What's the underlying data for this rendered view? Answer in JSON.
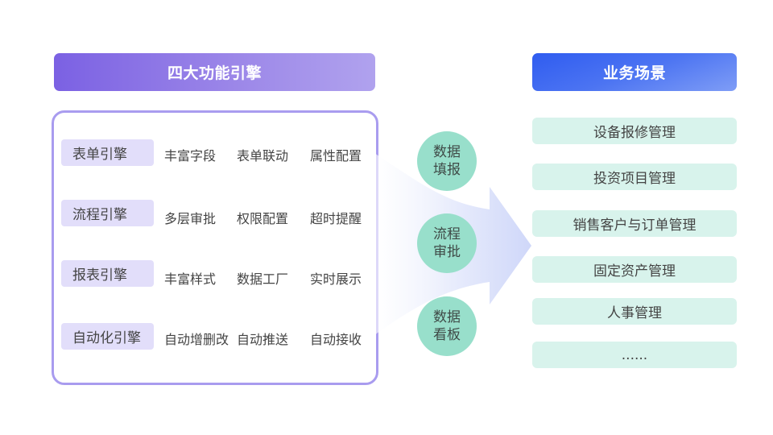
{
  "left_panel": {
    "title": "四大功能引擎",
    "engines": [
      {
        "name": "表单引擎",
        "features": [
          "丰富字段",
          "表单联动",
          "属性配置"
        ]
      },
      {
        "name": "流程引擎",
        "features": [
          "多层审批",
          "权限配置",
          "超时提醒"
        ]
      },
      {
        "name": "报表引擎",
        "features": [
          "丰富样式",
          "数据工厂",
          "实时展示"
        ]
      },
      {
        "name": "自动化引擎",
        "features": [
          "自动增删改",
          "自动推送",
          "自动接收"
        ]
      }
    ]
  },
  "middle": {
    "circles": [
      {
        "line1": "数据",
        "line2": "填报"
      },
      {
        "line1": "流程",
        "line2": "审批"
      },
      {
        "line1": "数据",
        "line2": "看板"
      }
    ],
    "arrow_icon": "right-arrow-icon"
  },
  "right_panel": {
    "title": "业务场景",
    "scenarios": [
      "设备报修管理",
      "投资项目管理",
      "销售客户与订单管理",
      "固定资产管理",
      "人事管理",
      "......"
    ]
  },
  "colors": {
    "left_header_start": "#7b61e3",
    "left_header_end": "#b0a2ee",
    "engine_border": "#a99cef",
    "engine_tag_bg": "#e2defa",
    "circle_bg": "#98dfcb",
    "right_header_start": "#2f5cf0",
    "right_header_end": "#7f9df6",
    "scenario_bg": "#d8f3ec",
    "arrow_fill": "#d3dafa"
  }
}
